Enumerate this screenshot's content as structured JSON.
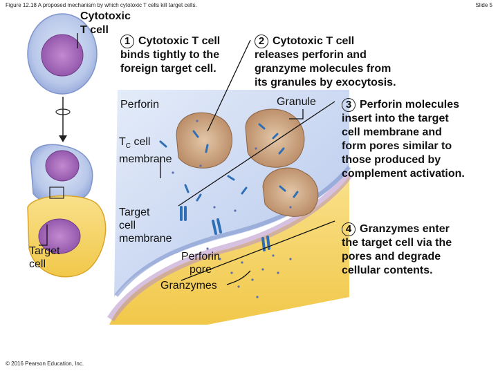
{
  "header": {
    "figure_caption": "Figure 12.18 A proposed mechanism by which cytotoxic T cells kill target cells.",
    "slide": "Slide 5"
  },
  "footer": {
    "copyright": "© 2016 Pearson Education, Inc."
  },
  "labels": {
    "cytotoxic_line1": "Cytotoxic",
    "cytotoxic_line2": "T cell",
    "target_line1": "Target",
    "target_line2": "cell",
    "perforin": "Perforin",
    "granule": "Granule",
    "tc_membrane_prefix": "T",
    "tc_membrane_sub": "C",
    "tc_membrane_line1_rest": " cell",
    "tc_membrane_line2": "membrane",
    "target_membrane_line1": "Target",
    "target_membrane_line2": "cell",
    "target_membrane_line3": "membrane",
    "perforin_pore_line1": "Perforin",
    "perforin_pore_line2": "pore",
    "granzymes": "Granzymes"
  },
  "steps": [
    {
      "number": "1",
      "lines": [
        "Cytotoxic T cell",
        "binds tightly to the",
        "foreign target cell."
      ]
    },
    {
      "number": "2",
      "lines": [
        "Cytotoxic T cell",
        "releases perforin and",
        "granzyme molecules from",
        "its granules by exocytosis."
      ]
    },
    {
      "number": "3",
      "lines": [
        "Perforin molecules",
        "insert into the target",
        "cell membrane and",
        "form pores similar to",
        "those produced by",
        "complement activation."
      ]
    },
    {
      "number": "4",
      "lines": [
        "Granzymes enter",
        "the target cell via the",
        "pores and degrade",
        "cellular contents."
      ]
    }
  ]
}
